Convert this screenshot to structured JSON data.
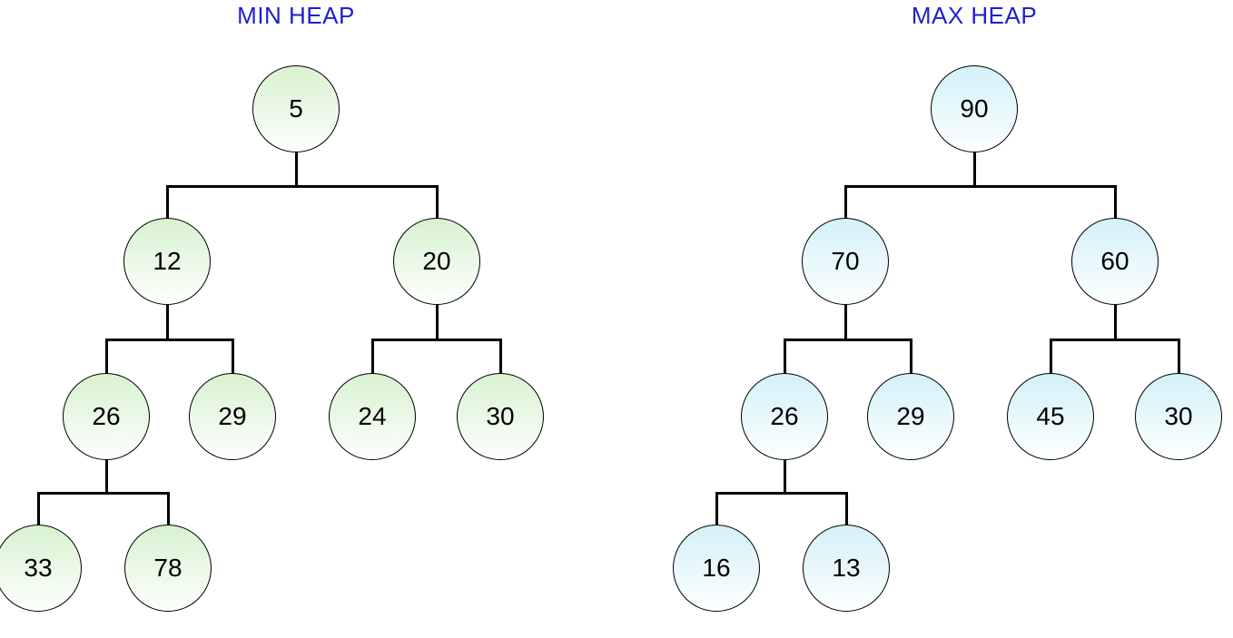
{
  "colors": {
    "background": "#ffffff",
    "title_text": "#1f1fce",
    "node_border": "#000000",
    "node_text": "#000000",
    "connector": "#000000",
    "min_node_gradient_top": "#d8f2d0",
    "min_node_gradient_bottom": "#fdfffd",
    "max_node_gradient_top": "#d3f1f8",
    "max_node_gradient_bottom": "#fdffff"
  },
  "min_heap": {
    "title": "MIN HEAP",
    "nodes": [
      {
        "value": "5"
      },
      {
        "value": "12"
      },
      {
        "value": "20"
      },
      {
        "value": "26"
      },
      {
        "value": "29"
      },
      {
        "value": "24"
      },
      {
        "value": "30"
      },
      {
        "value": "33"
      },
      {
        "value": "78"
      }
    ],
    "edges": [
      [
        "5",
        "12"
      ],
      [
        "5",
        "20"
      ],
      [
        "12",
        "26"
      ],
      [
        "12",
        "29"
      ],
      [
        "20",
        "24"
      ],
      [
        "20",
        "30"
      ],
      [
        "26",
        "33"
      ],
      [
        "26",
        "78"
      ]
    ]
  },
  "max_heap": {
    "title": "MAX HEAP",
    "nodes": [
      {
        "value": "90"
      },
      {
        "value": "70"
      },
      {
        "value": "60"
      },
      {
        "value": "26"
      },
      {
        "value": "29"
      },
      {
        "value": "45"
      },
      {
        "value": "30"
      },
      {
        "value": "16"
      },
      {
        "value": "13"
      }
    ],
    "edges": [
      [
        "90",
        "70"
      ],
      [
        "90",
        "60"
      ],
      [
        "70",
        "26"
      ],
      [
        "70",
        "29"
      ],
      [
        "60",
        "45"
      ],
      [
        "60",
        "30"
      ],
      [
        "26",
        "16"
      ],
      [
        "26",
        "13"
      ]
    ]
  }
}
